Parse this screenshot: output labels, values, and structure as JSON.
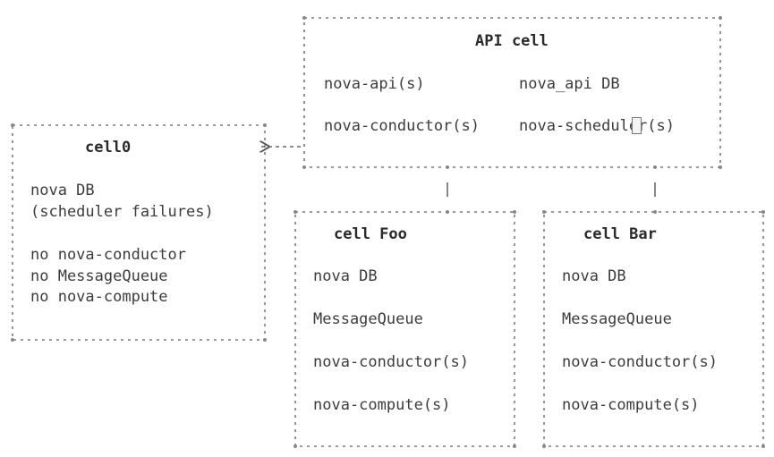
{
  "api_cell": {
    "title": "API cell",
    "items": [
      "nova-api(s)",
      "nova_api DB",
      "nova-conductor(s)",
      "nova-scheduler(s)"
    ]
  },
  "cell0": {
    "title": "cell0",
    "items": [
      "nova DB",
      "(scheduler failures)",
      "no nova-conductor",
      "no MessageQueue",
      "no nova-compute"
    ]
  },
  "cell_foo": {
    "title": "cell Foo",
    "items": [
      "nova DB",
      "MessageQueue",
      "nova-conductor(s)",
      "nova-compute(s)"
    ]
  },
  "cell_bar": {
    "title": "cell Bar",
    "items": [
      "nova DB",
      "MessageQueue",
      "nova-conductor(s)",
      "nova-compute(s)"
    ]
  }
}
